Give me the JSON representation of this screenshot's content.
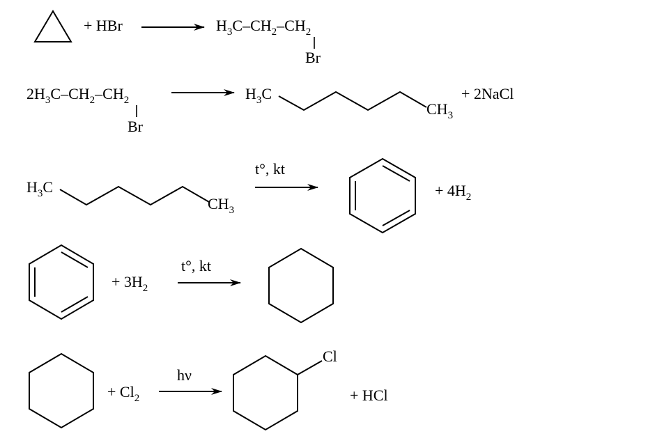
{
  "colors": {
    "ink": "#000000",
    "background": "#ffffff"
  },
  "reactions": [
    {
      "id": "r1",
      "reagent": "+ HBr",
      "product_main_pre": "H",
      "product_main_sub": "3",
      "product_main_post": "C–CH",
      "product_main_sub2": "2",
      "product_main_post2": "–CH",
      "product_main_sub3": "2",
      "product_substituent": "Br"
    },
    {
      "id": "r2",
      "reactant_pre": "2H",
      "reactant_sub": "3",
      "reactant_post": "C–CH",
      "reactant_sub2": "2",
      "reactant_post2": "–CH",
      "reactant_sub3": "2",
      "reactant_substituent": "Br",
      "product_left": "H",
      "product_left_sub": "3",
      "product_left_post": "C",
      "product_right": "CH",
      "product_right_sub": "3",
      "byproduct": "+ 2NaCl"
    },
    {
      "id": "r3",
      "reactant_left": "H",
      "reactant_left_sub": "3",
      "reactant_left_post": "C",
      "reactant_right": "CH",
      "reactant_right_sub": "3",
      "condition": "t°,  kt",
      "byproduct_pre": "+ 4H",
      "byproduct_sub": "2"
    },
    {
      "id": "r4",
      "reagent_pre": "+  3H",
      "reagent_sub": "2",
      "condition": "t°,  kt"
    },
    {
      "id": "r5",
      "reagent_pre": "+ Cl",
      "reagent_sub": "2",
      "condition": "hν",
      "product_substituent": "Cl",
      "byproduct": "+ HCl"
    }
  ]
}
